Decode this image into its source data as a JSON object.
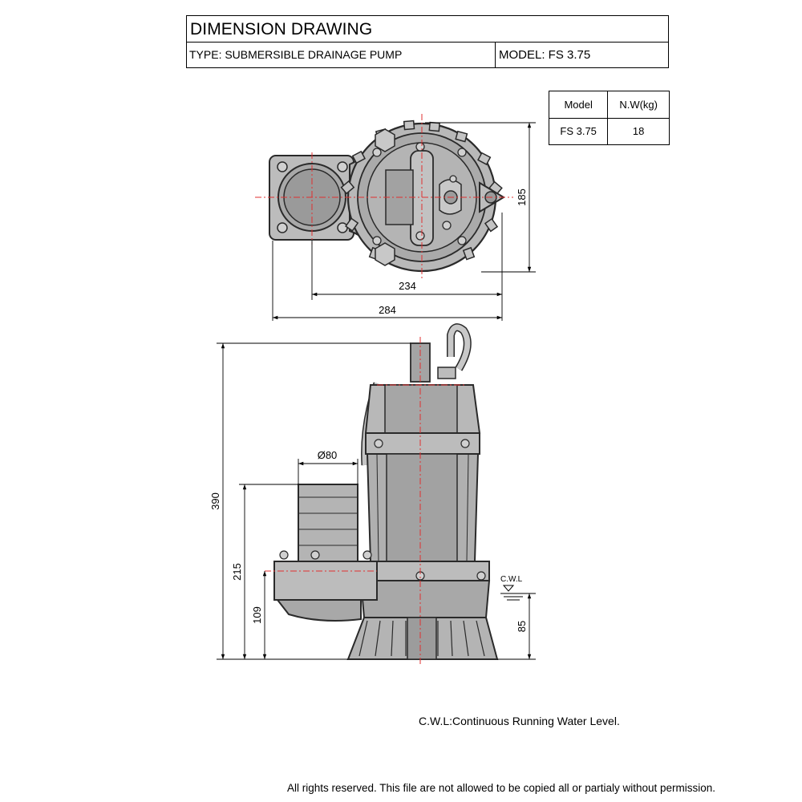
{
  "header": {
    "title": "DIMENSION DRAWING",
    "type_label": "TYPE: SUBMERSIBLE DRAINAGE PUMP",
    "model_label": "MODEL: FS 3.75"
  },
  "weight_table": {
    "col_model": "Model",
    "col_weight": "N.W(kg)",
    "row_model": "FS 3.75",
    "row_weight": "18"
  },
  "dimensions": {
    "top_height": "185",
    "top_width_inner": "234",
    "top_width_outer": "284",
    "outlet_dia": "Ø80",
    "total_height": "390",
    "outlet_height": "215",
    "outlet_center": "109",
    "cwl_height": "85",
    "cwl_label": "C.W.L"
  },
  "notes": {
    "cwl_note": "C.W.L:Continuous Running Water Level.",
    "copyright": "All rights reserved. This file are not allowed to be copied all or partialy without permission."
  },
  "colors": {
    "body_fill": "#b4b4b4",
    "body_dark": "#8c8c8c",
    "outline": "#2a2a2a",
    "centerline": "#e03030"
  }
}
